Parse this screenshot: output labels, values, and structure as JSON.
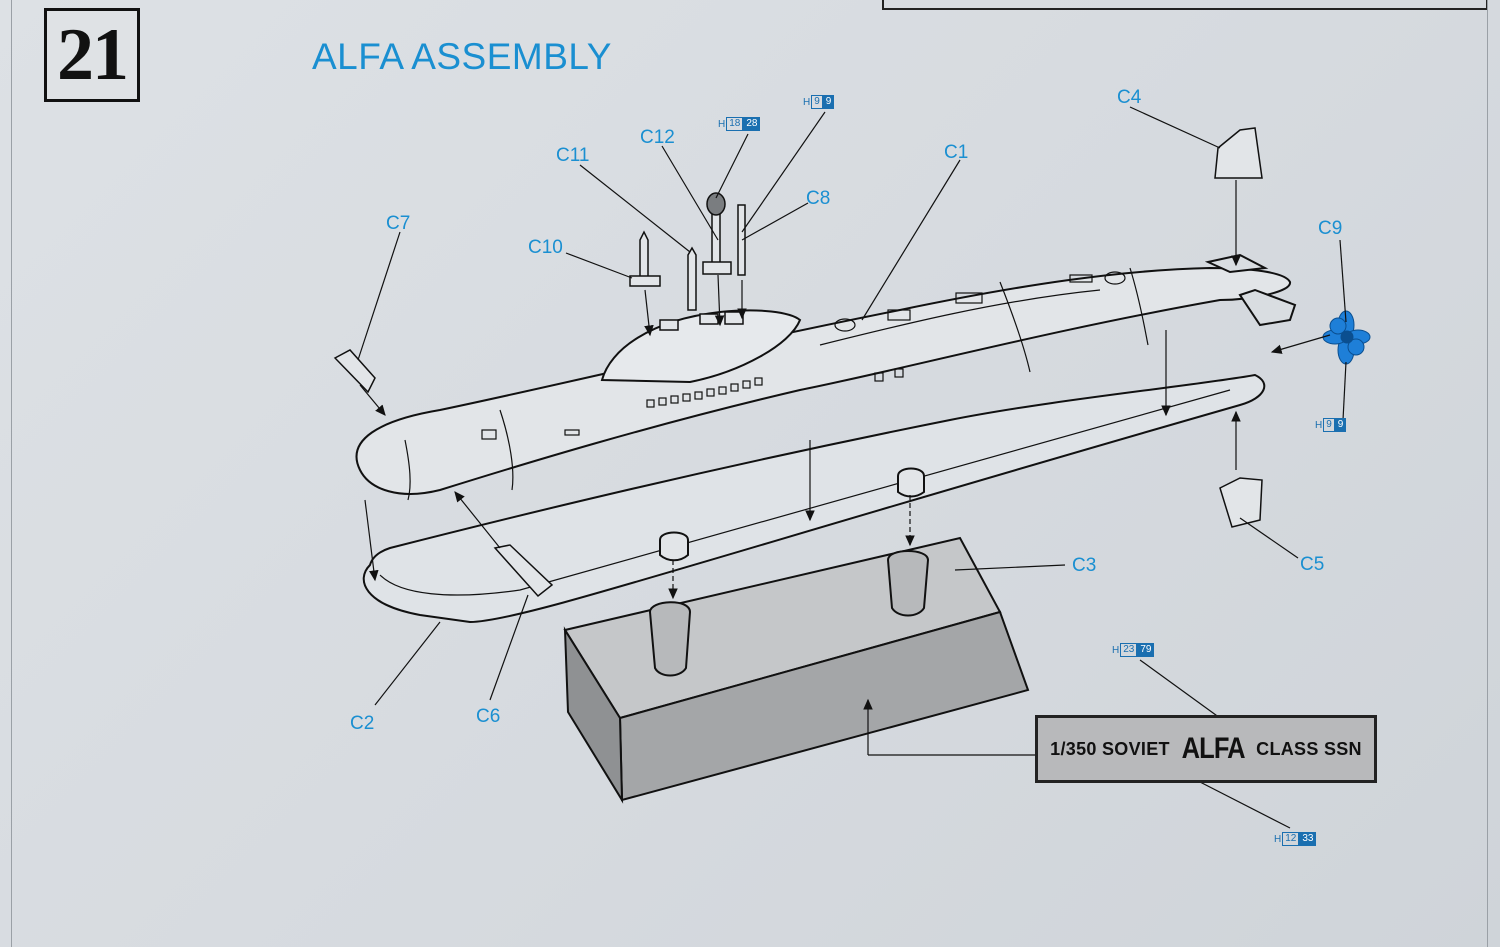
{
  "step_number": "21",
  "title": "ALFA ASSEMBLY",
  "part_labels": {
    "c1": "C1",
    "c2": "C2",
    "c3": "C3",
    "c4": "C4",
    "c5": "C5",
    "c6": "C6",
    "c7": "C7",
    "c8": "C8",
    "c9": "C9",
    "c10": "C10",
    "c11": "C11",
    "c12": "C12"
  },
  "paint_codes": [
    {
      "prefix": "H",
      "box": "9",
      "fill": "9"
    },
    {
      "prefix": "H",
      "box": "18",
      "fill": "28"
    },
    {
      "prefix": "H",
      "box": "9",
      "fill": "9"
    },
    {
      "prefix": "H",
      "box": "23",
      "fill": "79"
    },
    {
      "prefix": "H",
      "box": "12",
      "fill": "33"
    }
  ],
  "plaque": {
    "prefix": "1/350 SOVIET",
    "name": "ALFA",
    "suffix": "CLASS SSN"
  },
  "colors": {
    "label_blue": "#1a8fd1",
    "propeller_blue": "#1e7fd8",
    "stand_gray": "#a4a6a8"
  }
}
